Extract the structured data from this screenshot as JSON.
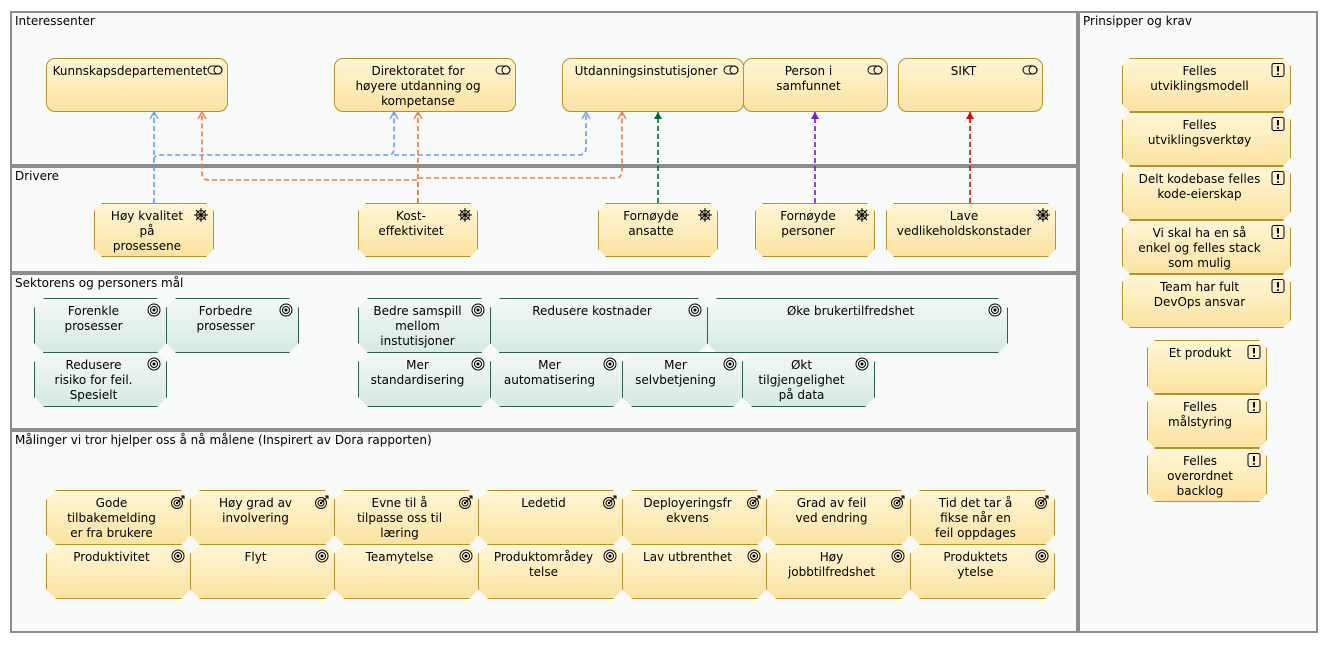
{
  "lanes": {
    "interessenter": "Interessenter",
    "drivere": "Drivere",
    "maal": "Sektorens og personers mål",
    "malinger": "Målinger vi tror hjelper oss å nå målene (Inspirert av Dora rapporten)",
    "prinsipper": "Prinsipper og krav"
  },
  "stakeholders": [
    {
      "label": "Kunnskapsdepartementet"
    },
    {
      "label": "Direktoratet for\nhøyere utdanning og\nkompetanse"
    },
    {
      "label": "Utdanningsinstutisjoner"
    },
    {
      "label": "Person i\nsamfunnet"
    },
    {
      "label": "SIKT"
    }
  ],
  "drivers": [
    {
      "label": "Høy kvalitet\npå\nprosessene"
    },
    {
      "label": "Kost-\neffektivitet"
    },
    {
      "label": "Fornøyde\nansatte"
    },
    {
      "label": "Fornøyde\npersoner"
    },
    {
      "label": "Lave\nvedlikeholdskonstader"
    }
  ],
  "goals": [
    {
      "label": "Forenkle\nprosesser"
    },
    {
      "label": "Forbedre\nprosesser"
    },
    {
      "label": "Redusere\nrisiko for feil.\nSpesielt"
    },
    {
      "label": "Bedre samspill\nmellom\ninstutisjoner"
    },
    {
      "label": "Redusere kostnader"
    },
    {
      "label": "Øke brukertilfredshet"
    },
    {
      "label": "Mer\nstandardisering"
    },
    {
      "label": "Mer\nautomatisering"
    },
    {
      "label": "Mer\nselvbetjening"
    },
    {
      "label": "Økt\ntilgjengelighet\npå data"
    }
  ],
  "outcomes": [
    {
      "label": "Gode\ntilbakemelding\ner fra brukere"
    },
    {
      "label": "Høy grad av\ninvolvering"
    },
    {
      "label": "Evne til å\ntilpasse oss til\nlæring"
    },
    {
      "label": "Ledetid"
    },
    {
      "label": "Deployeringsfr\nekvens"
    },
    {
      "label": "Grad av feil\nved endring"
    },
    {
      "label": "Tid det tar å\nfikse når en\nfeil oppdages"
    }
  ],
  "goals2": [
    {
      "label": "Produktivitet"
    },
    {
      "label": "Flyt"
    },
    {
      "label": "Teamytelse"
    },
    {
      "label": "Produktområdey\ntelse"
    },
    {
      "label": "Lav utbrenthet"
    },
    {
      "label": "Høy\njobbtilfredshet"
    },
    {
      "label": "Produktets\nytelse"
    }
  ],
  "principles": [
    {
      "label": "Felles\nutviklingsmodell"
    },
    {
      "label": "Felles\nutviklingsverktøy"
    },
    {
      "label": "Delt kodebase felles\nkode-eierskap"
    },
    {
      "label": "Vi skal ha en så\nenkel og felles stack\nsom mulig"
    },
    {
      "label": "Team har fult\nDevOps ansvar"
    },
    {
      "label": "Et produkt"
    },
    {
      "label": "Felles\nmålstyring"
    },
    {
      "label": "Felles\noverordnet\nbacklog"
    }
  ],
  "colors": {
    "yellow_fill": "#fbe3a1",
    "yellow_border": "#b8912f",
    "green_fill": "#d6e9e4",
    "green_border": "#2f5f4a",
    "blue": "#6a9ee8",
    "orange": "#ec7a45",
    "dark_green": "#006b2e",
    "purple": "#7a16e0",
    "red": "#e00000"
  },
  "icons": {
    "stakeholder": "stakeholder-icon",
    "driver": "driver-wheel-icon",
    "goal": "goal-target-icon",
    "outcome": "outcome-target-arrow-icon",
    "principle": "principle-exclamation-icon"
  }
}
